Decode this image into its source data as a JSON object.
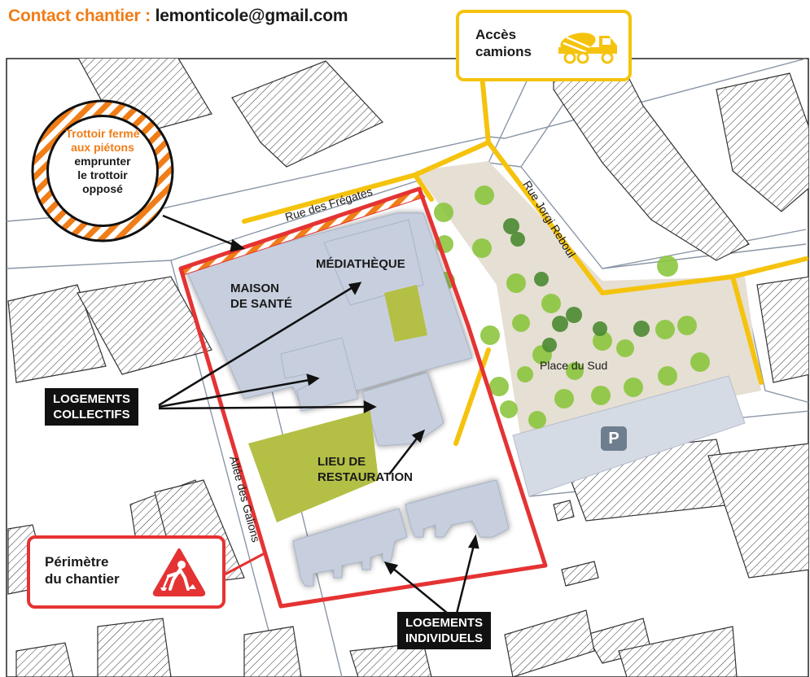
{
  "contact": {
    "label": "Contact chantier :",
    "email": "lemonticole@gmail.com"
  },
  "callouts": {
    "trucks": {
      "line1": "Accès",
      "line2": "camions",
      "icon": "cement-mixer-truck-icon"
    },
    "perimeter": {
      "line1": "Périmètre",
      "line2": "du chantier",
      "icon": "construction-worker-sign-icon"
    },
    "sidewalk": {
      "line1": "Trottoir fermé",
      "line2": "aux piétons",
      "line3": "emprunter",
      "line4": "le trottoir",
      "line5": "opposé"
    }
  },
  "streets": {
    "fregates": "Rue des Frégates",
    "jorgi": "Rue Jorgi Reboul",
    "galions": "Allée des Galions",
    "place": "Place du Sud"
  },
  "buildings": {
    "maison_sante": {
      "line1": "MAISON",
      "line2": "DE SANTÉ"
    },
    "mediatheque": "MÉDIATHÈQUE",
    "restauration": {
      "line1": "LIEU DE",
      "line2": "RESTAURATION"
    }
  },
  "labels": {
    "collectifs": {
      "line1": "LOGEMENTS",
      "line2": "COLLECTIFS"
    },
    "individuels": {
      "line1": "LOGEMENTS",
      "line2": "INDIVIDUELS"
    }
  },
  "parking": "P",
  "colors": {
    "perimeter": "#e53333",
    "truck_route": "#f5c30d",
    "accent_orange": "#f07d17",
    "building": "#c7cfdf",
    "green_area": "#b4bf45",
    "plaza": "#e6dfd3",
    "tree_light": "#8cc63f",
    "tree_dark": "#4a8a32"
  }
}
